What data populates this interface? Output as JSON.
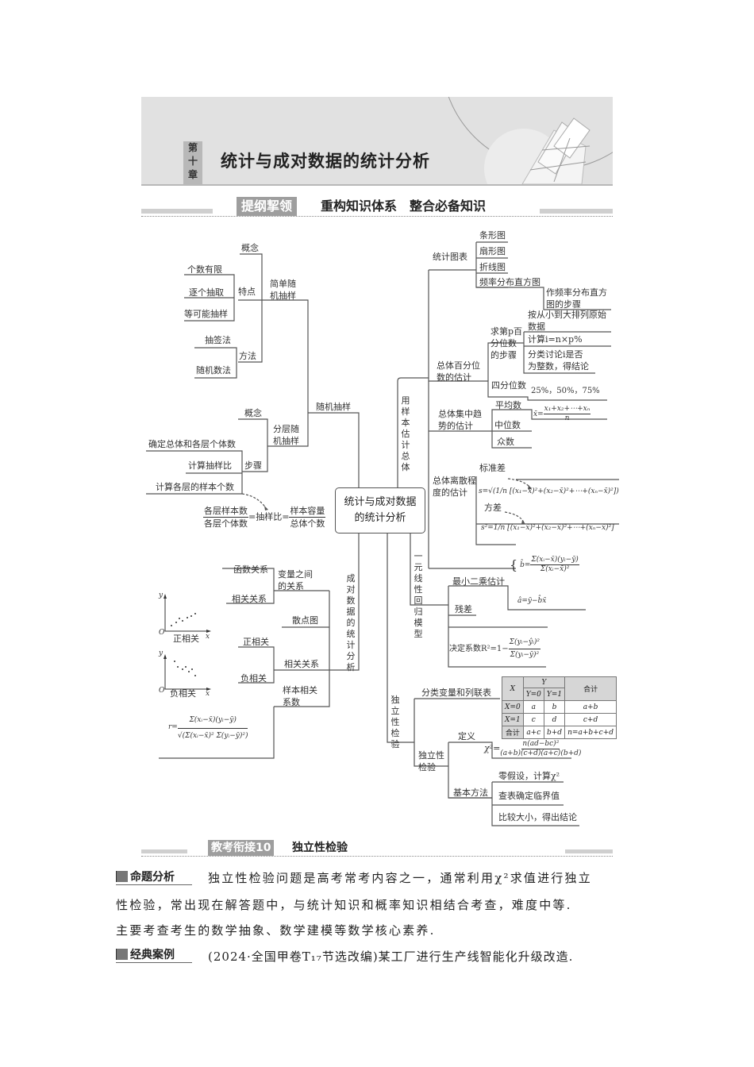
{
  "header": {
    "chapter_tag": "第十章",
    "chapter_tag_chars": [
      "第",
      "十",
      "章"
    ],
    "chapter_title": "统计与成对数据的统计分析"
  },
  "section": {
    "tag": "提纲挈领",
    "text": "重构知识体系　整合必备知识"
  },
  "mindmap": {
    "center": "统计与成对数据的统计分析",
    "center_line1": "统计与成对数据",
    "center_line2": "的统计分析",
    "random_sampling": {
      "label": "随机抽样",
      "simple": {
        "label1": "简单随",
        "label2": "机抽样",
        "concept": "概念",
        "features": "特点",
        "feature_items": [
          "个数有限",
          "逐个抽取",
          "等可能抽样"
        ],
        "methods": "方法",
        "method_items": [
          "抽签法",
          "随机数法"
        ]
      },
      "stratified": {
        "label1": "分层随",
        "label2": "机抽样",
        "concept": "概念",
        "steps": "步骤",
        "step_items": [
          "确定总体和各层个体数",
          "计算抽样比",
          "计算各层的样本个数"
        ],
        "formula_num1": "各层样本数",
        "formula_den1": "各层个体数",
        "formula_mid": "=抽样比=",
        "formula_num2": "样本容量",
        "formula_den2": "总体个数"
      }
    },
    "sample_estimate": {
      "label": "用样本估计总体",
      "charts": {
        "label": "统计图表",
        "items": [
          "条形图",
          "扇形图",
          "折线图",
          "频率分布直方图"
        ],
        "histogram_steps_1": "作频率分布直方",
        "histogram_steps_2": "图的步骤"
      },
      "percentile": {
        "label1": "总体百分位",
        "label2": "数的估计",
        "pth_label1": "求第p百",
        "pth_label2": "分位数",
        "pth_label3": "的步骤",
        "steps": [
          "按从小到大排列原始",
          "数据",
          "计算i=n×p%",
          "分类讨论i是否",
          "为整数，得结论"
        ],
        "quartile": "四分位数",
        "quartile_values": "25%，50%，75%"
      },
      "central": {
        "label1": "总体集中趋",
        "label2": "势的估计",
        "items": [
          "平均数",
          "中位数",
          "众数"
        ],
        "mean_formula_num": "x₁+x₂+⋯+xₙ",
        "mean_formula_lhs": "x̄=",
        "mean_formula_den": "n"
      },
      "dispersion": {
        "label1": "总体离散程",
        "label2": "度的估计",
        "std": "标准差",
        "std_formula": "s=√(1/n [(x₁−x̄)²+(x₂−x̄)²+⋯+(xₙ−x̄)²])",
        "variance": "方差",
        "var_formula": "s²=1/n [(x₁−x̄)²+(x₂−x̄)²+⋯+(xₙ−x̄)²]"
      }
    },
    "linear_regression": {
      "label": "一元线性回归模型",
      "least_squares": "最小二乘估计",
      "b_hat_formula": "b̂ = Σ(xᵢ−x̄)(yᵢ−ȳ) / Σ(xᵢ−x̄)²",
      "b_hat_lhs": "b̂=",
      "b_hat_num": "Σ(xᵢ−x̄)(yᵢ−ȳ)",
      "b_hat_den": "Σ(xᵢ−x̄)²",
      "a_hat_formula": "â=ȳ−b̂x̄",
      "residual": "残差",
      "r2_label": "决定系数R²=1−",
      "r2_num": "Σ(yᵢ−ŷᵢ)²",
      "r2_den": "Σ(yᵢ−ȳ)²"
    },
    "paired_data": {
      "label": "成对数据的统计分析",
      "variable_relation1": "变量之间",
      "variable_relation2": "的关系",
      "relation_items": [
        "函数关系",
        "相关关系"
      ],
      "scatter": "散点图",
      "correlation": "相关关系",
      "correlation_items": [
        "正相关",
        "负相关"
      ],
      "sample_corr1": "样本相关",
      "sample_corr2": "系数",
      "r_lhs": "r=",
      "r_num": "Σ(xᵢ−x̄)(yᵢ−ȳ)",
      "r_den": "√(Σ(xᵢ−x̄)² Σ(yᵢ−ȳ)²)",
      "plot_pos_label": "正相关",
      "plot_neg_label": "负相关",
      "axis_y": "y",
      "axis_x": "x",
      "axis_o": "O"
    },
    "independence": {
      "label": "独立性检验",
      "contingency_label": "分类变量和列联表",
      "table": {
        "header_x": "X",
        "header_y": "Y",
        "header_y0": "Y=0",
        "header_y1": "Y=1",
        "header_total": "合计",
        "rows": [
          {
            "label": "X=0",
            "c1": "a",
            "c2": "b",
            "total": "a+b"
          },
          {
            "label": "X=1",
            "c1": "c",
            "c2": "d",
            "total": "c+d"
          },
          {
            "label": "合计",
            "c1": "a+c",
            "c2": "b+d",
            "total": "n=a+b+c+d"
          }
        ]
      },
      "test_label1": "独立性",
      "test_label2": "检验",
      "definition": "定义",
      "chi_lhs": "χ²=",
      "chi_num": "n(ad−bc)²",
      "chi_den": "(a+b)(c+d)(a+c)(b+d)",
      "method": "基本方法",
      "method_items": [
        "零假设，计算χ²",
        "查表确定临界值",
        "比较大小，得出结论"
      ]
    }
  },
  "bottom_section": {
    "tag": "教考衔接10",
    "text": "独立性检验"
  },
  "analysis": {
    "label": "命题分析",
    "line1": "独立性检验问题是高考常考内容之一，通常利用χ²求值进行独立",
    "line2": "性检验，常出现在解答题中，与统计知识和概率知识相结合考查，难度中等.",
    "line3": "主要考查考生的数学抽象、数学建模等数学核心素养."
  },
  "case": {
    "label": "经典案例",
    "text": "(2024·全国甲卷T₁₇节选改编)某工厂进行生产线智能化升级改造."
  }
}
